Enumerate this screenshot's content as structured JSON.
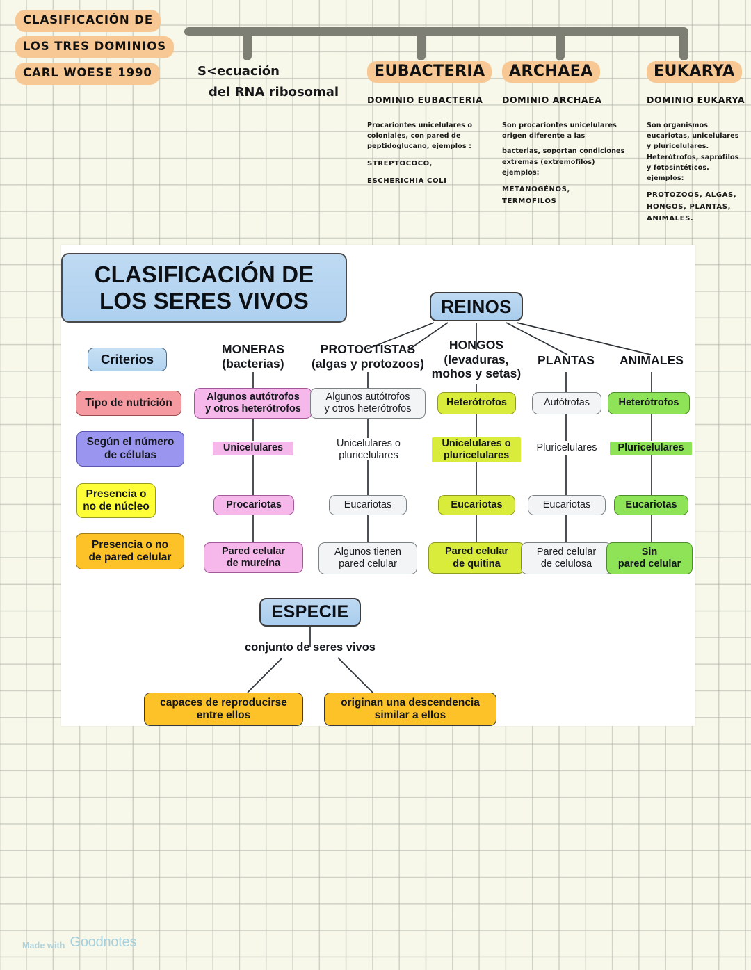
{
  "page": {
    "background_color": "#f7f8e9",
    "grid_color": "#b0b2aa"
  },
  "header": {
    "title_lines": [
      "CLASIFICACIÓN  DE",
      "LOS TRES DOMINIOS",
      "CARL WOESE  1990"
    ],
    "highlight_color": "#f7c894",
    "subtitle": "S<ecuación del RNA ribosomal",
    "subtitle_line1": "S<ecuación",
    "subtitle_line2": "del RNA ribosomal",
    "bar_color": "#7d7e74"
  },
  "domains": [
    {
      "name": "EUBACTERIA",
      "subtitle": "DOMINIO EUBACTERIA",
      "body_lines": [
        "Procariontes unicelulares o",
        "coloniales, con pared de",
        "peptidoglucano, ejemplos :"
      ],
      "examples": [
        "STREPTOCOCO,",
        "ESCHERICHIA COLI"
      ]
    },
    {
      "name": "ARCHAEA",
      "subtitle": "DOMINIO ARCHAEA",
      "body_lines": [
        "Son procariontes unicelulares",
        "origen diferente a  las",
        "bacterias, soportan condiciones",
        "extremas (extremofilos)",
        "ejemplos:"
      ],
      "examples": [
        "METANOGÉNOS,",
        "TERMOFILOS"
      ]
    },
    {
      "name": "EUKARYA",
      "subtitle": "DOMINIO EUKARYA",
      "body_lines": [
        "Son organismos",
        "eucariotas, unicelulares",
        "y pluricelulares.",
        "Heterótrofos, saprófilos",
        "y fotosintéticos.",
        "ejemplos:"
      ],
      "examples": [
        "PROTOZOOS, ALGAS,",
        "HONGOS, PLANTAS,",
        "ANIMALES."
      ]
    }
  ],
  "diagram": {
    "title": "CLASIFICACIÓN DE LOS SERES VIVOS",
    "title_line1": "CLASIFICACIÓN DE",
    "title_line2": "LOS SERES VIVOS",
    "root": "REINOS",
    "criteria_header": "Criterios",
    "criteria": [
      {
        "label": "Tipo de nutrición",
        "label_line1": "Tipo de nutrición",
        "label_line2": "",
        "color": "#f59aa0"
      },
      {
        "label": "Según el número de células",
        "label_line1": "Según el número",
        "label_line2": "de células",
        "color": "#9a95ef"
      },
      {
        "label": "Presencia o no de núcleo",
        "label_line1": "Presencia o",
        "label_line2": "no de núcleo",
        "color": "#ffff38"
      },
      {
        "label": "Presencia o no de pared celular",
        "label_line1": "Presencia o no",
        "label_line2": "de pared celular",
        "color": "#fcc227"
      }
    ],
    "kingdoms": [
      {
        "name": "MONERAS",
        "head_line1": "MONERAS",
        "head_line2": "(bacterias)",
        "head_line3": "",
        "color": "#f6b8ea",
        "nutrition_line1": "Algunos autótrofos",
        "nutrition_line2": "y otros heterótrofos",
        "cells_line1": "Unicelulares",
        "cells_line2": "",
        "nucleus": "Procariotas",
        "wall_line1": "Pared celular",
        "wall_line2": "de mureína"
      },
      {
        "name": "PROTOCTISTAS",
        "head_line1": "PROTOCTISTAS",
        "head_line2": "(algas y protozoos)",
        "head_line3": "",
        "color": "#f2f4f5",
        "nutrition_line1": "Algunos autótrofos",
        "nutrition_line2": "y otros heterótrofos",
        "cells_line1": "Unicelulares o",
        "cells_line2": "pluricelulares",
        "nucleus": "Eucariotas",
        "wall_line1": "Algunos tienen",
        "wall_line2": "pared celular"
      },
      {
        "name": "HONGOS",
        "head_line1": "HONGOS",
        "head_line2": "(levaduras,",
        "head_line3": "mohos y setas)",
        "color": "#d9ec3b",
        "nutrition_line1": "Heterótrofos",
        "nutrition_line2": "",
        "cells_line1": "Unicelulares o",
        "cells_line2": "pluricelulares",
        "nucleus": "Eucariotas",
        "wall_line1": "Pared celular",
        "wall_line2": "de quitina"
      },
      {
        "name": "PLANTAS",
        "head_line1": "PLANTAS",
        "head_line2": "",
        "head_line3": "",
        "color": "#f2f4f5",
        "nutrition_line1": "Autótrofas",
        "nutrition_line2": "",
        "cells_line1": "Pluricelulares",
        "cells_line2": "",
        "nucleus": "Eucariotas",
        "wall_line1": "Pared celular",
        "wall_line2": "de celulosa"
      },
      {
        "name": "ANIMALES",
        "head_line1": "ANIMALES",
        "head_line2": "",
        "head_line3": "",
        "color": "#8ee456",
        "nutrition_line1": "Heterótrofos",
        "nutrition_line2": "",
        "cells_line1": "Pluricelulares",
        "cells_line2": "",
        "nucleus": "Eucariotas",
        "wall_line1": "Sin",
        "wall_line2": "pared celular"
      }
    ],
    "species": {
      "title": "ESPECIE",
      "definition": "conjunto de seres vivos",
      "traits": [
        {
          "line1": "capaces de reproducirse",
          "line2": "entre ellos"
        },
        {
          "line1": "originan una descendencia",
          "line2": "similar a ellos"
        }
      ],
      "trait_color": "#fcc227"
    }
  },
  "watermark": {
    "made_with": "Made with",
    "brand": "Goodnotes"
  }
}
